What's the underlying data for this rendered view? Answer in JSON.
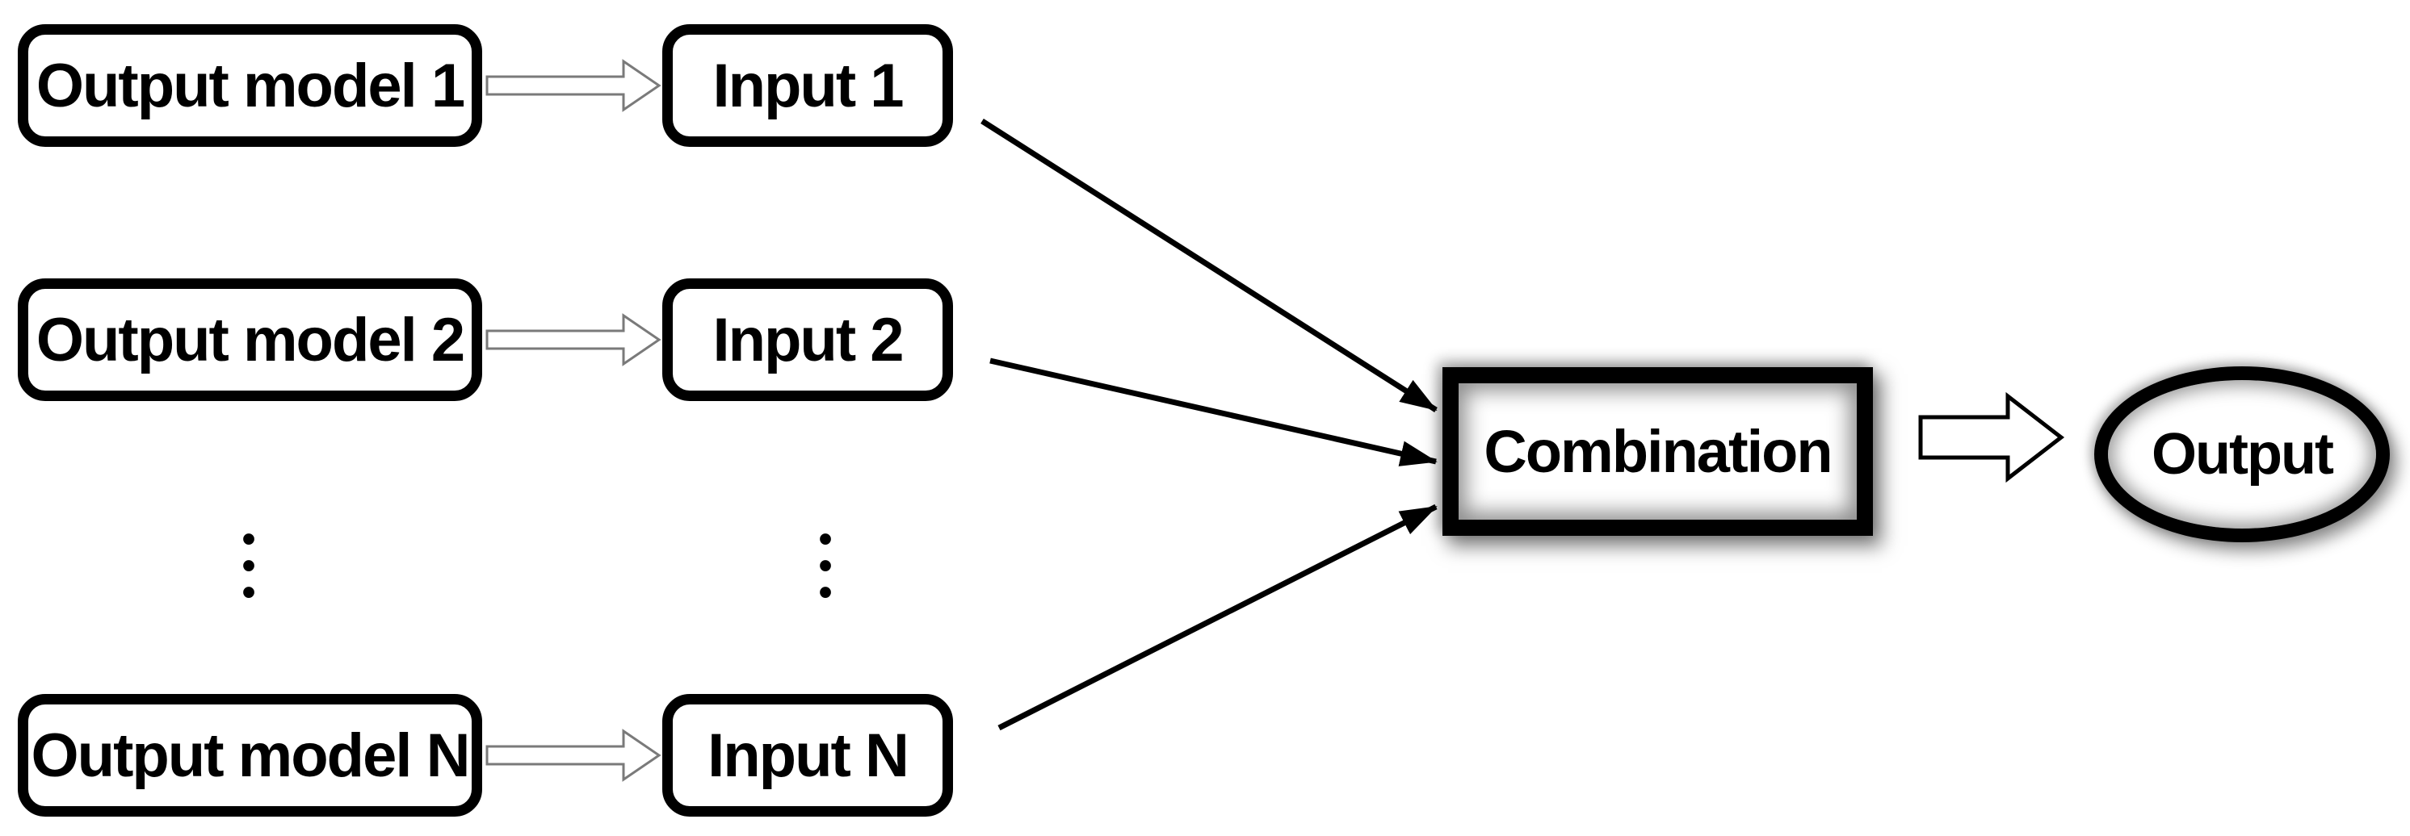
{
  "figure": {
    "type": "model-combination-flow-diagram",
    "background_color": "#ffffff",
    "ink_color": "#000000",
    "hollow_connector_color": "#7a7a7a"
  },
  "left_column": {
    "nodes": [
      {
        "label": "Output model 1"
      },
      {
        "label": "Output model 2"
      },
      {
        "label": "Output model N"
      }
    ],
    "ellipsis_symbol": "•\n•\n•"
  },
  "middle_column": {
    "nodes": [
      {
        "label": "Input 1"
      },
      {
        "label": "Input 2"
      },
      {
        "label": "Input N"
      }
    ],
    "ellipsis_symbol": "•\n•\n•"
  },
  "combination_node": {
    "label": "Combination"
  },
  "output_node": {
    "label": "Output"
  }
}
